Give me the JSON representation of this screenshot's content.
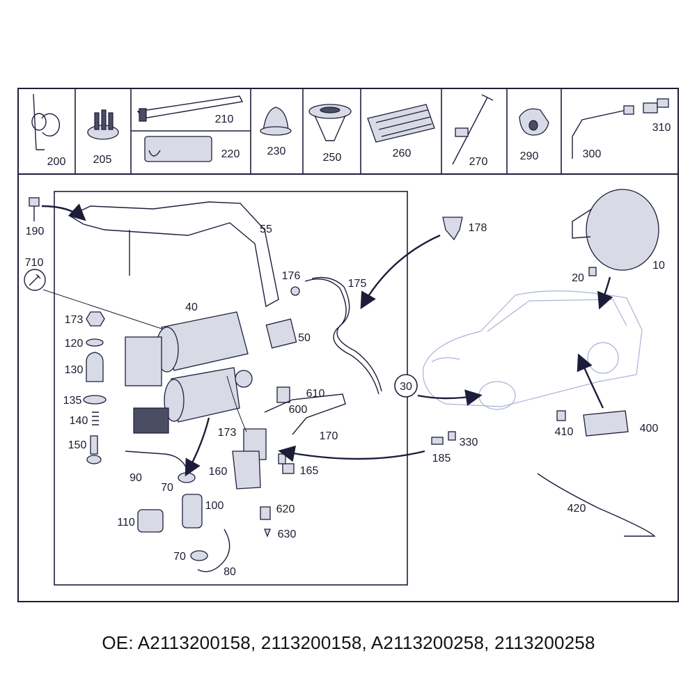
{
  "diagram": {
    "top_strip_labels": [
      "200",
      "205",
      "210",
      "220",
      "230",
      "250",
      "260",
      "270",
      "290",
      "300",
      "310"
    ],
    "main_labels": [
      "190",
      "55",
      "178",
      "710",
      "176",
      "175",
      "10",
      "40",
      "20",
      "173",
      "50",
      "120",
      "130",
      "30",
      "610",
      "135",
      "600",
      "140",
      "173",
      "170",
      "410",
      "400",
      "330",
      "150",
      "185",
      "160",
      "165",
      "90",
      "70",
      "100",
      "620",
      "420",
      "110",
      "630",
      "70",
      "80"
    ]
  },
  "footer": {
    "oe_text": "OE: A2113200158, 2113200158, A2113200258, 2113200258"
  }
}
